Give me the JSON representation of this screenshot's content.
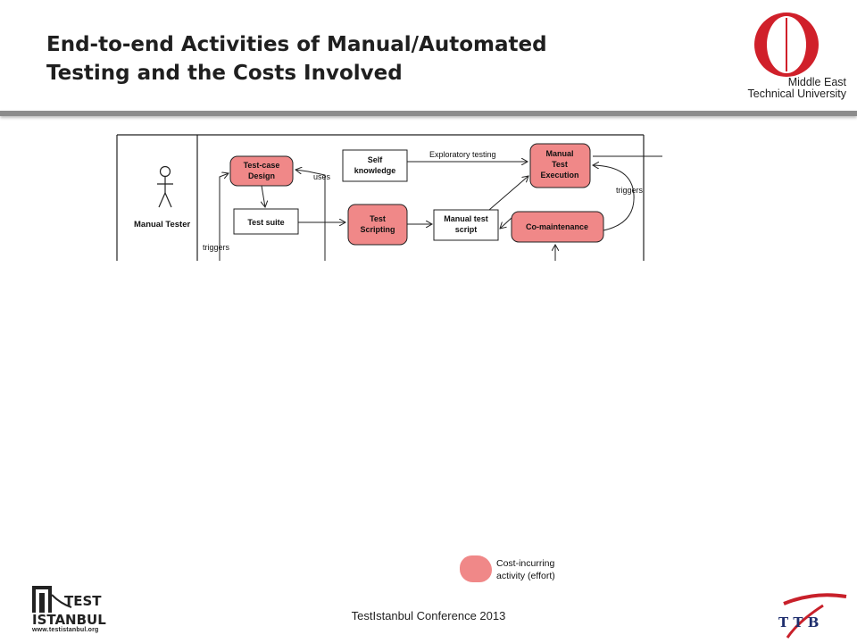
{
  "title": {
    "line1": "End-to-end Activities of Manual/Automated",
    "line2": "Testing and the Costs Involved"
  },
  "metu_logo": {
    "icon": "metu-circle-logo",
    "line1": "Middle East",
    "line2": "Technical University",
    "color": "#d0202a"
  },
  "diagram": {
    "actor": "Manual Tester",
    "nodes": {
      "test_case_design": [
        "Test-case",
        "Design"
      ],
      "test_suite": "Test suite",
      "self_knowledge": [
        "Self",
        "knowledge"
      ],
      "test_scripting": [
        "Test",
        "Scripting"
      ],
      "manual_test_script": [
        "Manual test",
        "script"
      ],
      "manual_test_execution": [
        "Manual",
        "Test",
        "Execution"
      ],
      "co_maintenance": "Co-maintenance"
    },
    "edge_labels": {
      "uses": "uses",
      "exploratory": "Exploratory testing",
      "triggers_left": "triggers",
      "triggers_right": "triggers"
    },
    "cost_color": "#f08888"
  },
  "legend": {
    "line1": "Cost-incurring",
    "line2": "activity (effort)"
  },
  "footer": {
    "text": "TestIstanbul Conference 2013"
  },
  "testistanbul_logo": {
    "word1": "TEST",
    "word2": "ISTANBUL",
    "url": "www.testistanbul.org"
  },
  "ttb_logo": {
    "text": "T T B",
    "color": "#c8202a"
  }
}
